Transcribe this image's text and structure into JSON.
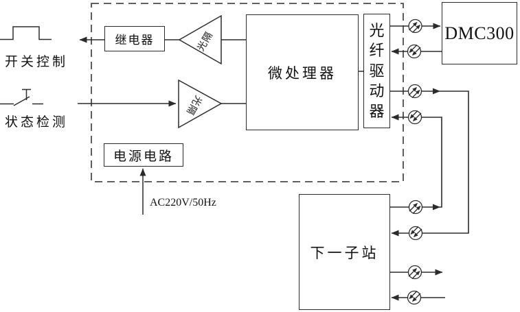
{
  "diagram": {
    "type": "block-diagram",
    "colors": {
      "line": "#2b2b2b",
      "dashed_border": "#4a4a4a",
      "background": "#ffffff",
      "text": "#111111"
    },
    "left_signals": {
      "switch_control_label": "开关控制",
      "status_detect_label": "状态检测"
    },
    "blocks": {
      "relay": "继电器",
      "opto_isolator_top": "光隔",
      "opto_isolator_bottom": "光隔",
      "microprocessor": "微处理器",
      "fiber_driver": "光纤驱动器",
      "dmc300": "DMC300",
      "power_circuit": "电源电路",
      "next_substation": "下一子站"
    },
    "annotations": {
      "ac_supply": "AC220V/50Hz"
    },
    "fiber_ports": [
      {
        "id": 1,
        "direction": "tx"
      },
      {
        "id": 2,
        "direction": "rx"
      },
      {
        "id": 3,
        "direction": "tx"
      },
      {
        "id": 4,
        "direction": "rx"
      },
      {
        "id": 5,
        "direction": "tx"
      },
      {
        "id": 6,
        "direction": "rx"
      },
      {
        "id": 7,
        "direction": "tx"
      },
      {
        "id": 8,
        "direction": "rx"
      }
    ]
  }
}
